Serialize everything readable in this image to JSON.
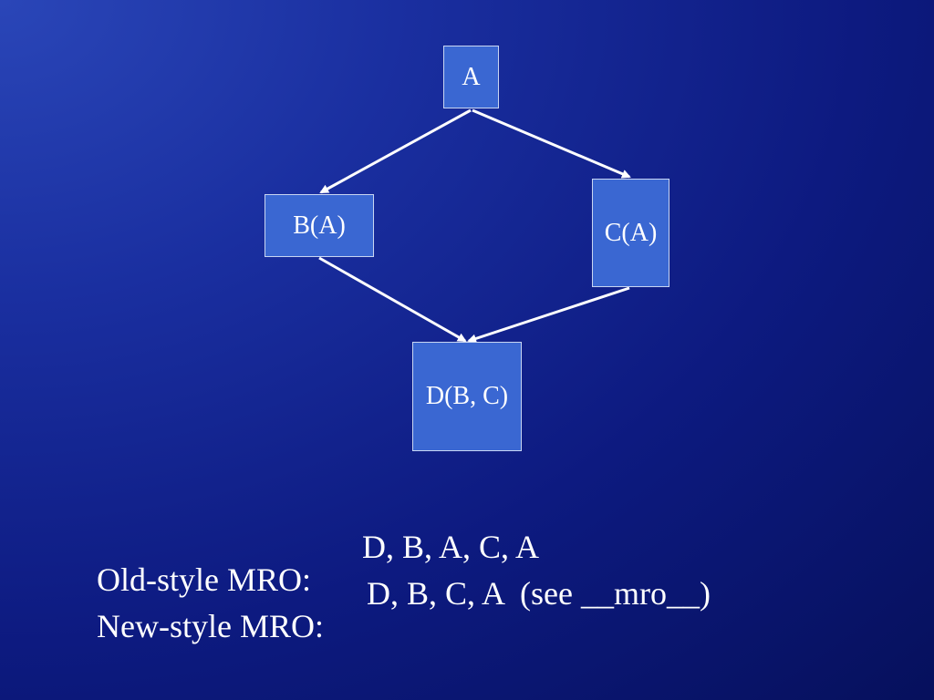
{
  "diagram": {
    "nodes": {
      "a": "A",
      "b": "B(A)",
      "c": "C(A)",
      "d": "D(B, C)"
    },
    "edges": [
      {
        "from": "a",
        "to": "b"
      },
      {
        "from": "a",
        "to": "c"
      },
      {
        "from": "b",
        "to": "d"
      },
      {
        "from": "c",
        "to": "d"
      }
    ]
  },
  "mro": {
    "old_label": "Old-style MRO:",
    "old_value": "D, B, A, C, A",
    "new_label": "New-style MRO:",
    "new_value": "D, B, C, A  (see __mro__)"
  }
}
